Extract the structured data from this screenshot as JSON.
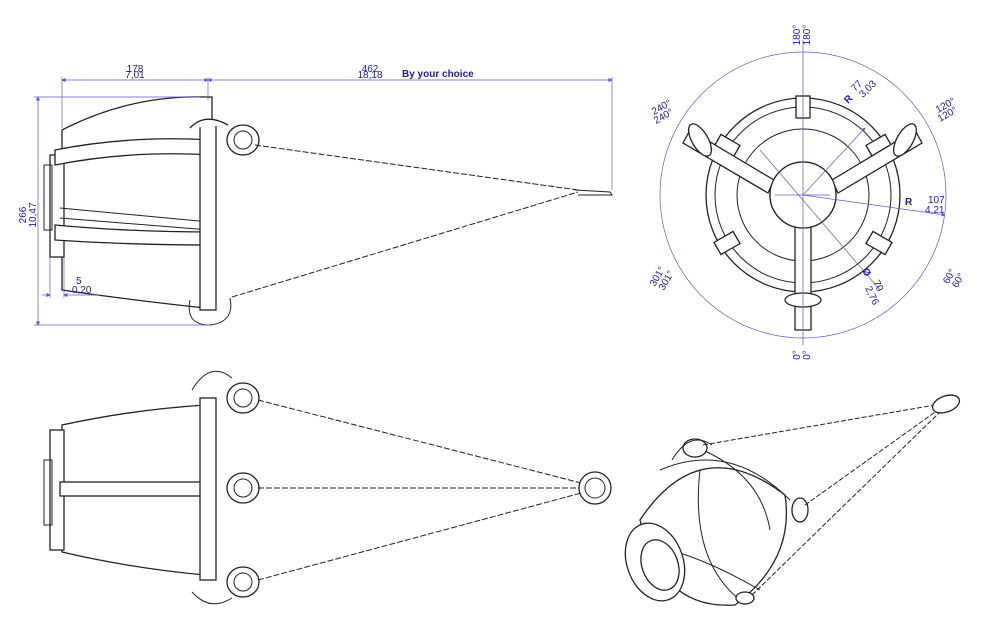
{
  "front_view": {
    "dims": {
      "w1_mm": "178",
      "w1_in": "7,01",
      "w2_mm": "462",
      "w2_in": "18,18",
      "w2_note": "By your choice",
      "h_mm": "266",
      "h_in": "10,47",
      "t_mm": "5",
      "t_in": "0,20"
    }
  },
  "top_view": {
    "angles": [
      {
        "id": "a0",
        "a": "0°",
        "b": "0°"
      },
      {
        "id": "a60",
        "a": "60°",
        "b": "60°"
      },
      {
        "id": "a120",
        "a": "120°",
        "b": "120°"
      },
      {
        "id": "a180",
        "a": "180°",
        "b": "180°"
      },
      {
        "id": "a240",
        "a": "240°",
        "b": "240°"
      },
      {
        "id": "a301",
        "a": "301°",
        "b": "301°"
      }
    ],
    "r_outer": {
      "prefix": "R",
      "mm": "107",
      "in": "4,21"
    },
    "r_inner": {
      "prefix": "R",
      "mm": "77",
      "in": "3,03"
    },
    "diameter": {
      "prefix": "Ø",
      "mm": "70",
      "in": "2,76"
    }
  },
  "colors": {
    "dimension": "#1a1aa6",
    "outline": "#222222"
  }
}
